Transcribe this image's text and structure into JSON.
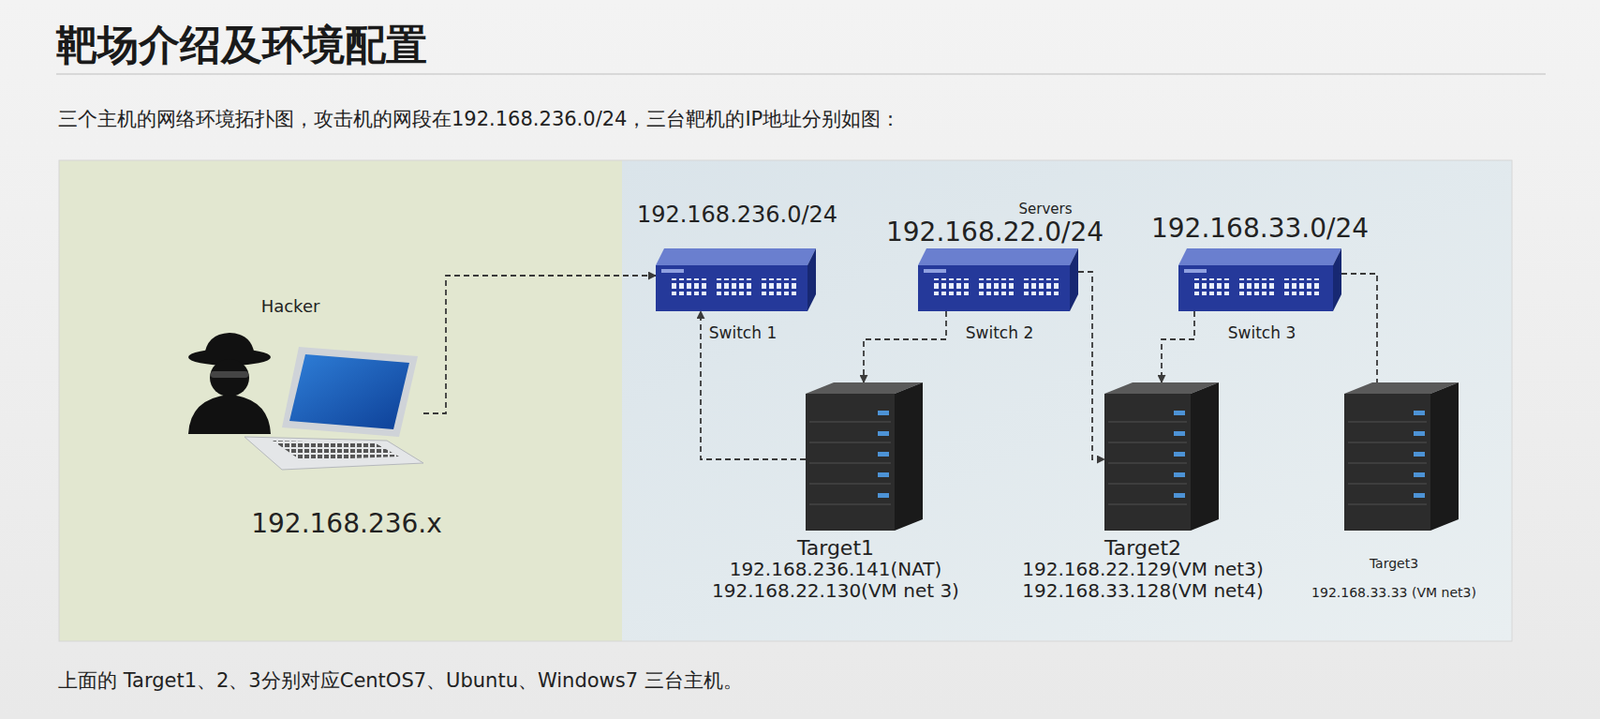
{
  "diagram": {
    "title": "靶场介绍及环境配置",
    "caption": "上面的 Target1、2、3分别对应CentOS7、Ubuntu、Windows7 三台主机。",
    "nodes": [
      {
        "text": [
          "Hacker",
          "192.168.236.x"
        ]
      },
      {
        "text": [
          "192.168.236.0/24",
          "Switch 1"
        ]
      },
      {
        "text": [
          "192.168.22.0/24",
          "Switch 2"
        ]
      },
      {
        "text": [
          "192.168.33.0/24",
          "Switch 3"
        ]
      },
      {
        "text": [
          "Target1",
          "192.168.236.141(NAT)",
          "192.168.22.130(VM net 3)"
        ]
      },
      {
        "text": [
          "Target2",
          "192.168.22.129(VM net3)",
          "192.168.33.128(VM net4)"
        ]
      },
      {
        "text": [
          "Target3",
          "192.168.33.33 (VM net3)"
        ]
      }
    ],
    "edges": [
      {
        "from": 0,
        "to": 1,
        "arrow": "to"
      },
      {
        "from": 4,
        "to": 1,
        "arrow": "to"
      },
      {
        "from": 2,
        "to": 4,
        "arrow": "to"
      },
      {
        "from": 2,
        "to": 5,
        "arrow": "to"
      },
      {
        "from": 3,
        "to": 5,
        "arrow": "to"
      },
      {
        "from": 3,
        "to": 6,
        "arrow": "none"
      }
    ],
    "labels": [
      "三个主机的网络环境拓扑图，攻击机的网段在192.168.236.0/24，三台靶机的IP地址分别如图：",
      "Servers"
    ]
  }
}
